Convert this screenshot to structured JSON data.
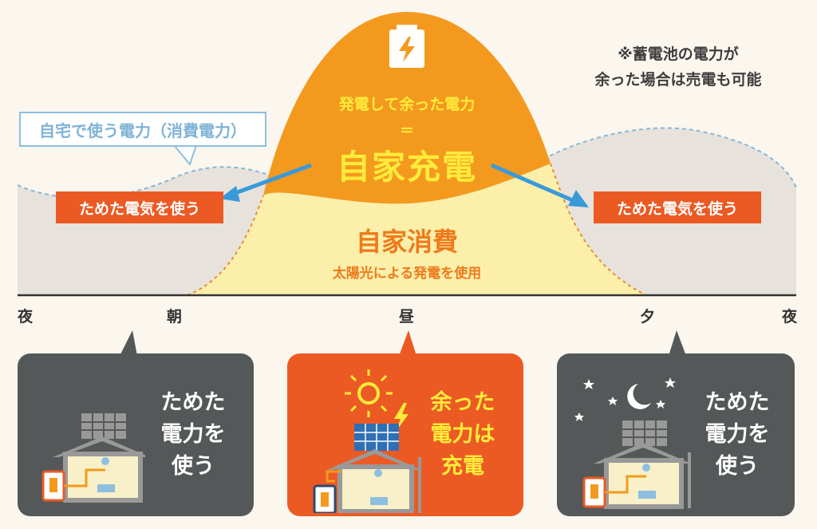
{
  "note": {
    "line1": "※蓄電池の電力が",
    "line2": "余った場合は売電も可能"
  },
  "consumption_label": "自宅で使う電力（消費電力）",
  "surplus_label": "発電して余った電力",
  "equals_sign": "＝",
  "self_charge": "自家充電",
  "self_consumption": "自家消費",
  "self_consumption_sub": "太陽光による発電を使用",
  "stored_left": "ためた電気を使う",
  "stored_right": "ためた電気を使う",
  "timeline": {
    "night_start": "夜",
    "morning": "朝",
    "noon": "昼",
    "evening": "夕",
    "night_end": "夜"
  },
  "panels": [
    {
      "line1": "ためた",
      "line2": "電力を",
      "line3": "使う"
    },
    {
      "line1": "余った",
      "line2": "電力は",
      "line3": "充電"
    },
    {
      "line1": "ためた",
      "line2": "電力を",
      "line3": "使う"
    }
  ],
  "colors": {
    "background": "#fbf6ee",
    "consumption_fill": "#e8e2dc",
    "self_consumption_fill": "#fbefaa",
    "surplus_fill": "#f39a1e",
    "accent_orange": "#ec5a24",
    "highlight_yellow": "#ffeb3b",
    "arrow_blue": "#3a9ad9",
    "panel_dark": "#555859"
  }
}
